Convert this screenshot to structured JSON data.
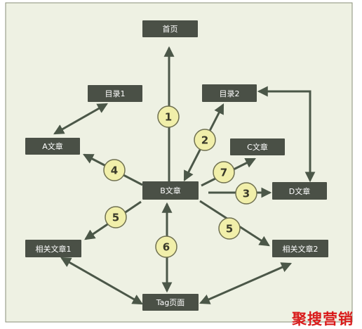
{
  "colors": {
    "frame_bg": "#eef1e3",
    "frame_border": "#8a8f7a",
    "node_fill": "#4a5046",
    "node_text": "#ffffff",
    "arrow": "#4b5748",
    "badge_fill": "#f1efaa",
    "badge_stroke": "#6f7050",
    "badge_text": "#3a3a2a",
    "watermark": "#d91a1a"
  },
  "nodes": {
    "home": "首页",
    "catalog1": "目录1",
    "catalog2": "目录2",
    "article_a": "A文章",
    "article_b": "B文章",
    "article_c": "C文章",
    "article_d": "D文章",
    "related1": "相关文章1",
    "related2": "相关文章2",
    "tag_page": "Tag页面"
  },
  "badges": {
    "b1": "1",
    "b2": "2",
    "b3": "3",
    "b4": "4",
    "b5a": "5",
    "b5b": "5",
    "b6": "6",
    "b7": "7"
  },
  "watermark": "聚搜营销"
}
